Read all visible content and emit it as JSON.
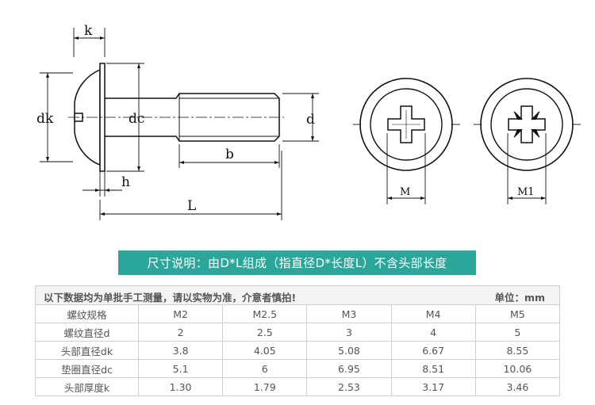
{
  "drawing": {
    "labels": {
      "k": "k",
      "dk": "dk",
      "dc": "dc",
      "d": "d",
      "b": "b",
      "h": "h",
      "L": "L",
      "M": "M",
      "M1": "M1"
    },
    "icons": [
      "screw-side-view",
      "cross-recess-icon",
      "pozi-recess-icon"
    ]
  },
  "banner": {
    "text": "尺寸说明：由D*L组成（指直径D*长度L）不含头部长度"
  },
  "table": {
    "notice": "以下数据均为单批手工测量，请以实物为准，介意者慎拍!",
    "unit": "单位：mm",
    "header": [
      "螺纹规格",
      "M2",
      "M2.5",
      "M3",
      "M4",
      "M5"
    ],
    "rows": [
      [
        "螺纹直径d",
        "2",
        "2.5",
        "3",
        "4",
        "5"
      ],
      [
        "头部直径dk",
        "3.8",
        "4.05",
        "5.08",
        "6.67",
        "8.55"
      ],
      [
        "垫圈直径dc",
        "5.1",
        "6",
        "6.95",
        "8.51",
        "10.06"
      ],
      [
        "头部厚度k",
        "1.30",
        "1.79",
        "2.53",
        "3.17",
        "3.46"
      ]
    ]
  },
  "colors": {
    "banner": "#2aa79a",
    "border": "#cfcfcf",
    "text": "#555555"
  }
}
